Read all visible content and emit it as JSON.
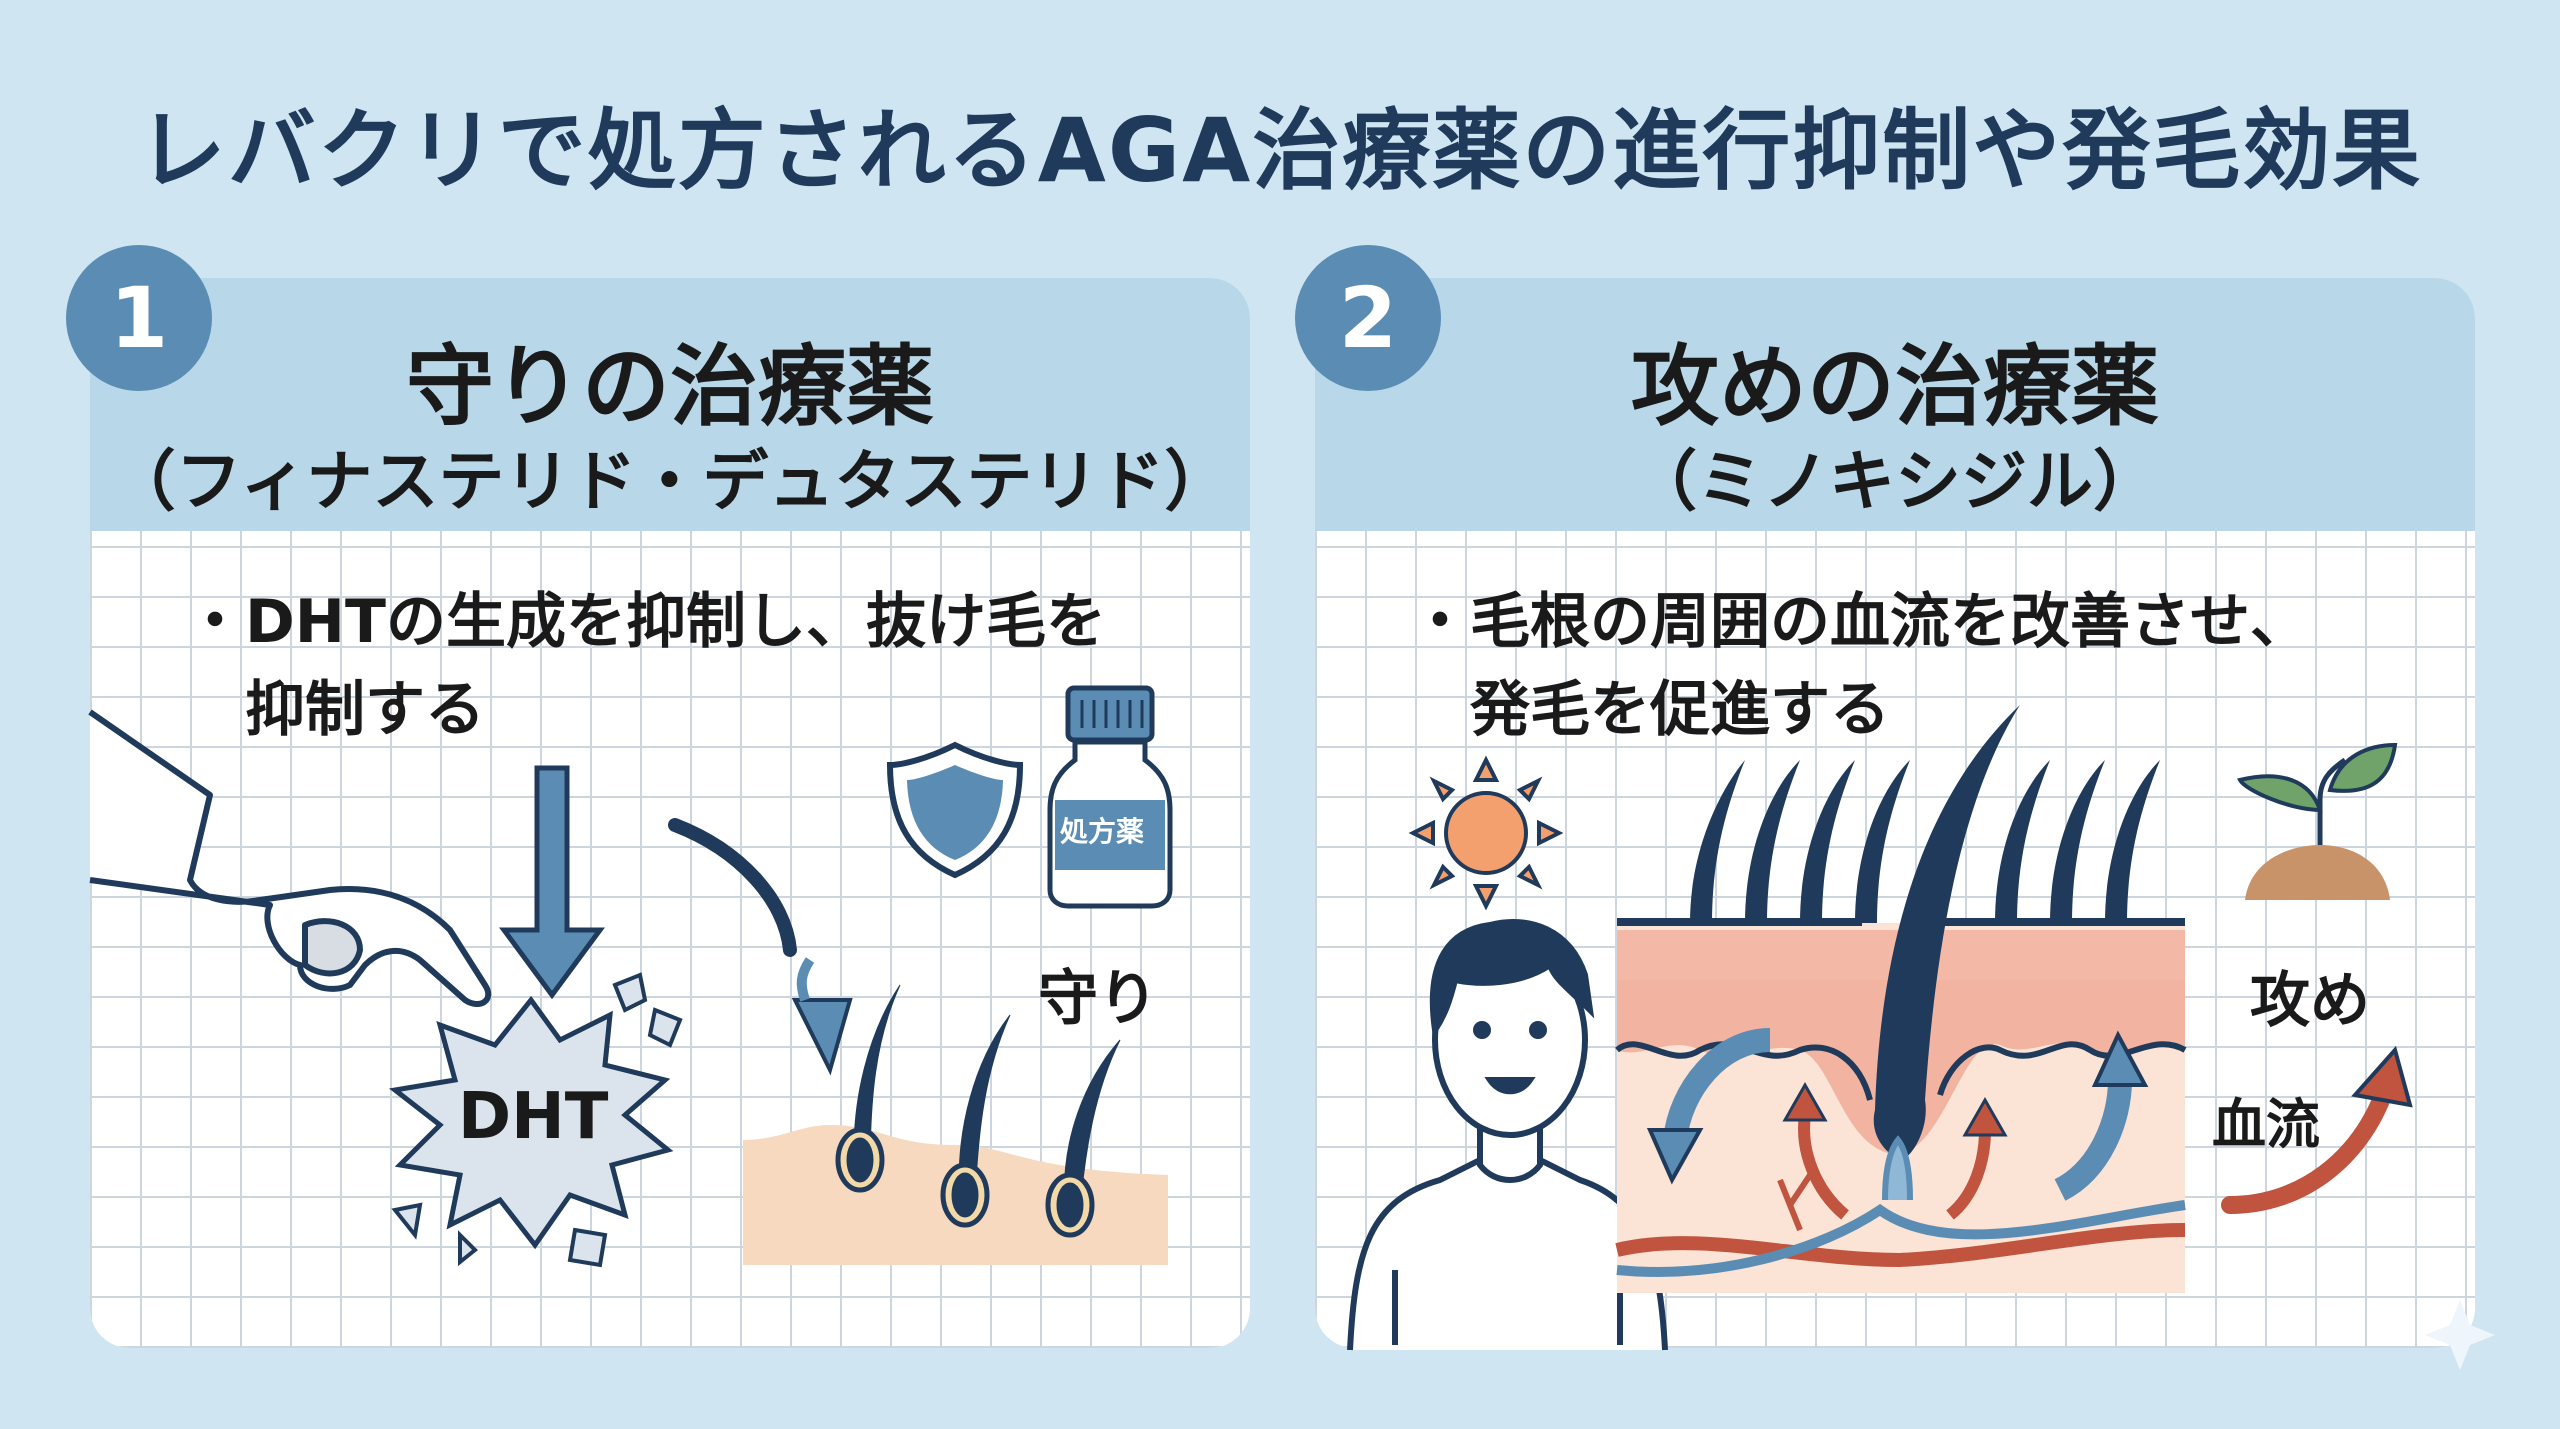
{
  "title": "レバクリで処方されるAGA治療薬の進行抑制や発毛効果",
  "colors": {
    "background": "#cfe6f2",
    "header_band": "#b8d8ea",
    "accent_blue": "#5b8db4",
    "navy": "#1f3a5a",
    "skin": "#f6d9bf",
    "blood_red": "#c0543f"
  },
  "panels": [
    {
      "number": "1",
      "heading": "守りの治療薬",
      "subheading": "（フィナステリド・デュタステリド）",
      "bullet_line1": "・DHTの生成を抑制し、抜け毛を",
      "bullet_line2": "　抑制する",
      "labels": {
        "dht": "DHT",
        "bottle": "処方薬",
        "keyword": "守り"
      },
      "icons": [
        "hand-icon",
        "down-arrow-icon",
        "dht-burst-icon",
        "shield-icon",
        "medicine-bottle-icon",
        "hair-follicle-icon"
      ]
    },
    {
      "number": "2",
      "heading": "攻めの治療薬",
      "subheading": "（ミノキシジル）",
      "bullet_line1": "・毛根の周囲の血流を改善させ、",
      "bullet_line2": "　発毛を促進する",
      "labels": {
        "keyword": "攻め",
        "blood_flow": "血流"
      },
      "icons": [
        "sun-icon",
        "person-icon",
        "scalp-cross-section-icon",
        "sprout-icon",
        "up-arrow-icon"
      ]
    }
  ]
}
